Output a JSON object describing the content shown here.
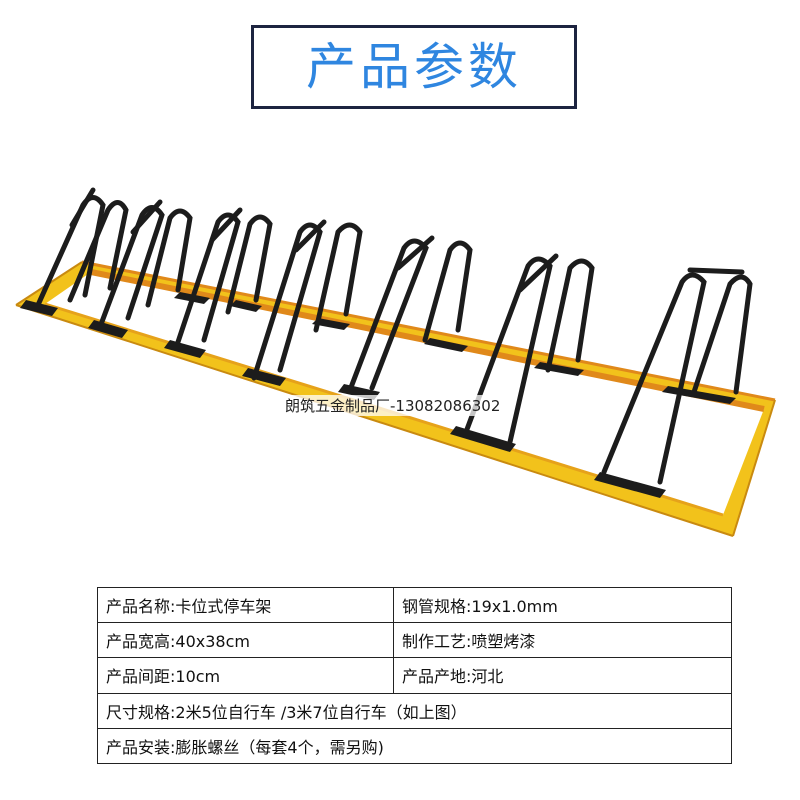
{
  "title": "产品参数",
  "watermark": "朗筑五金制品厂-13082086302",
  "specs": {
    "name": "产品名称:卡位式停车架",
    "steel_spec": "钢管规格:19x1.0mm",
    "size": "产品宽高:40x38cm",
    "process": "制作工艺:喷塑烤漆",
    "spacing": "产品间距:10cm",
    "origin": "产品产地:河北",
    "dimensions": "尺寸规格:2米5位自行车 /3米7位自行车（如上图）",
    "install": "产品安装:膨胀螺丝（每套4个，需另购)"
  },
  "colors": {
    "title_text": "#2f86e0",
    "frame_yellow": "#f2c21b",
    "frame_orange": "#e0891a",
    "rack_black": "#1c1c1c"
  }
}
